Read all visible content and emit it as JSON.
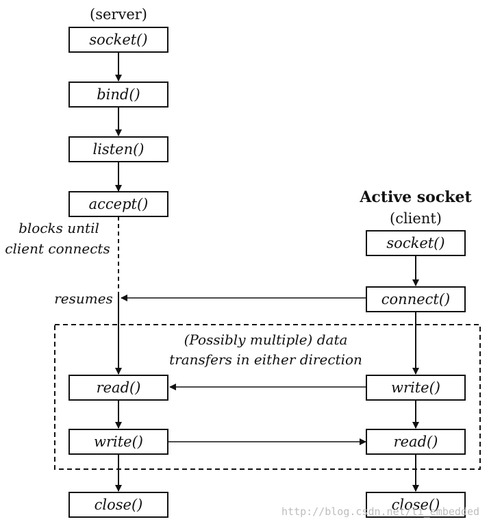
{
  "server": {
    "heading": "(server)",
    "socket": "socket()",
    "bind": "bind()",
    "listen": "listen()",
    "accept": "accept()",
    "read": "read()",
    "write": "write()",
    "close": "close()",
    "blocks_line1": "blocks until",
    "blocks_line2": "client connects",
    "resumes": "resumes"
  },
  "client": {
    "heading_bold": "Active socket",
    "heading": "(client)",
    "socket": "socket()",
    "connect": "connect()",
    "write": "write()",
    "read": "read()",
    "close": "close()"
  },
  "transfer_region": {
    "line1": "(Possibly multiple) data",
    "line2": "transfers in either direction"
  },
  "watermark": "http://blog.csdn.net/li_embedded"
}
